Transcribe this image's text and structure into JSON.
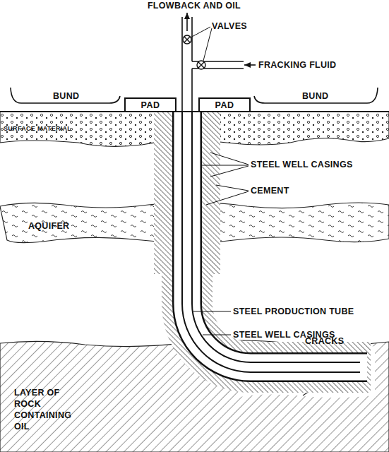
{
  "diagram": {
    "nodes": [
      {
        "text": [
          "PAD"
        ]
      },
      {
        "text": [
          "PAD"
        ]
      }
    ],
    "labels": [
      "FLOWBACK AND OIL",
      "VALVES",
      "FRACKING FLUID",
      "BUND",
      "BUND",
      "SURFACE MATERIAL",
      "STEEL WELL CASINGS",
      "CEMENT",
      "AQUIFER",
      "STEEL PRODUCTION TUBE",
      "STEEL WELL CASINGS",
      "CRACKS",
      "LAYER OF ROCK CONTAINING OIL"
    ]
  }
}
